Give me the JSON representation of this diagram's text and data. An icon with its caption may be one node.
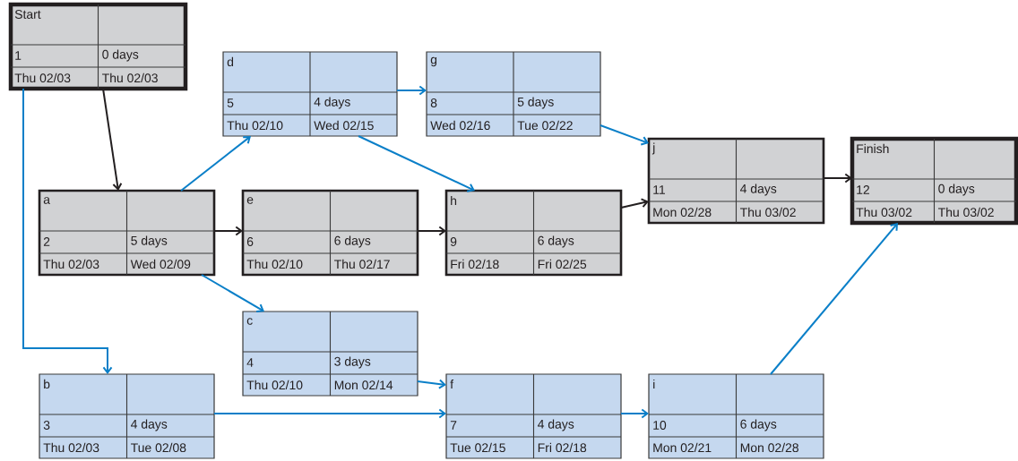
{
  "diagram": {
    "nodes": [
      {
        "text": [
          "Start",
          "1",
          "0 days",
          "Thu 02/03",
          "Thu 02/03"
        ]
      },
      {
        "text": [
          "a",
          "2",
          "5 days",
          "Thu 02/03",
          "Wed 02/09"
        ]
      },
      {
        "text": [
          "b",
          "3",
          "4 days",
          "Thu 02/03",
          "Tue 02/08"
        ]
      },
      {
        "text": [
          "c",
          "4",
          "3 days",
          "Thu 02/10",
          "Mon 02/14"
        ]
      },
      {
        "text": [
          "d",
          "5",
          "4 days",
          "Thu 02/10",
          "Wed 02/15"
        ]
      },
      {
        "text": [
          "e",
          "6",
          "6 days",
          "Thu 02/10",
          "Thu 02/17"
        ]
      },
      {
        "text": [
          "f",
          "7",
          "4 days",
          "Tue 02/15",
          "Fri 02/18"
        ]
      },
      {
        "text": [
          "g",
          "8",
          "5 days",
          "Wed 02/16",
          "Tue 02/22"
        ]
      },
      {
        "text": [
          "h",
          "9",
          "6 days",
          "Fri 02/18",
          "Fri 02/25"
        ]
      },
      {
        "text": [
          "i",
          "10",
          "6 days",
          "Mon 02/21",
          "Mon 02/28"
        ]
      },
      {
        "text": [
          "j",
          "11",
          "4 days",
          "Mon 02/28",
          "Thu 03/02"
        ]
      },
      {
        "text": [
          "Finish",
          "12",
          "0 days",
          "Thu 03/02",
          "Thu 03/02"
        ]
      }
    ],
    "edges": [
      {
        "from": 0,
        "to": 1,
        "arrow": "to",
        "color": "#231f20"
      },
      {
        "from": 0,
        "to": 2,
        "arrow": "to"
      },
      {
        "from": 1,
        "to": 4,
        "arrow": "to"
      },
      {
        "from": 1,
        "to": 5,
        "arrow": "to",
        "color": "#231f20"
      },
      {
        "from": 1,
        "to": 3,
        "arrow": "to"
      },
      {
        "from": 4,
        "to": 7,
        "arrow": "to"
      },
      {
        "from": 4,
        "to": 8,
        "arrow": "to"
      },
      {
        "from": 5,
        "to": 8,
        "arrow": "to",
        "color": "#231f20"
      },
      {
        "from": 7,
        "to": 10,
        "arrow": "to"
      },
      {
        "from": 8,
        "to": 10,
        "arrow": "to",
        "color": "#231f20"
      },
      {
        "from": 10,
        "to": 11,
        "arrow": "to",
        "color": "#231f20"
      },
      {
        "from": 3,
        "to": 6,
        "arrow": "to"
      },
      {
        "from": 2,
        "to": 6,
        "arrow": "to"
      },
      {
        "from": 6,
        "to": 9,
        "arrow": "to"
      },
      {
        "from": 9,
        "to": 11,
        "arrow": "to"
      }
    ]
  }
}
